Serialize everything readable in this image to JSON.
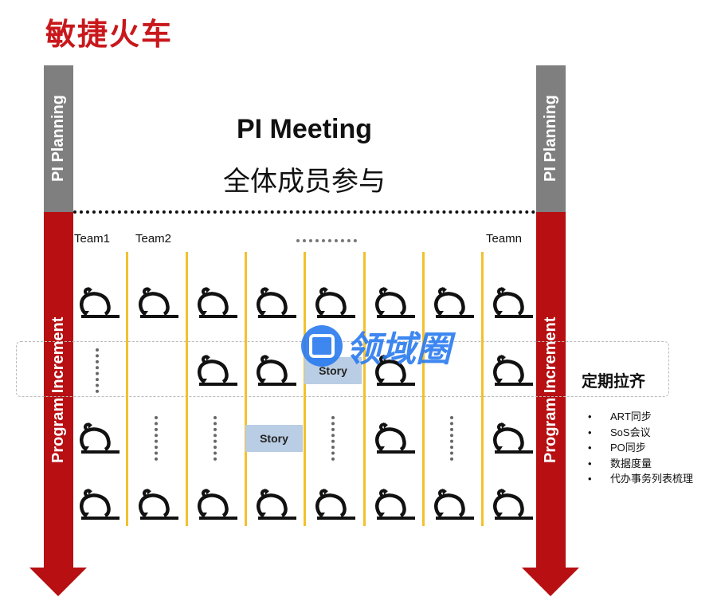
{
  "title": "敏捷火车",
  "pi_planning_label": "PI Planning",
  "program_increment_label": "Program Increment",
  "meeting": {
    "title": "PI Meeting",
    "subtitle": "全体成员参与"
  },
  "teams": {
    "first": "Team1",
    "second": "Team2",
    "last": "Teamn"
  },
  "grid": [
    [
      "sprint",
      "dots",
      "sprint",
      "sprint"
    ],
    [
      "sprint",
      "",
      "dots",
      "sprint"
    ],
    [
      "sprint",
      "sprint",
      "dots",
      "sprint"
    ],
    [
      "sprint",
      "sprint",
      "story",
      "sprint"
    ],
    [
      "sprint",
      "story",
      "dots",
      "sprint"
    ],
    [
      "sprint",
      "sprint",
      "sprint",
      "sprint"
    ],
    [
      "sprint",
      "",
      "dots",
      "sprint"
    ],
    [
      "sprint",
      "sprint",
      "sprint",
      "sprint"
    ]
  ],
  "story_label": "Story",
  "sync": {
    "label": "定期拉齐",
    "items": [
      "ART同步",
      "SoS会议",
      "PO同步",
      "数据度量",
      "代办事务列表梳理"
    ]
  },
  "watermark": "领域圈",
  "colors": {
    "red": "#b70f12",
    "title_red": "#c8181c",
    "gray": "#7f7f7f",
    "lane": "#f2c12e",
    "story": "#b9cde4"
  }
}
